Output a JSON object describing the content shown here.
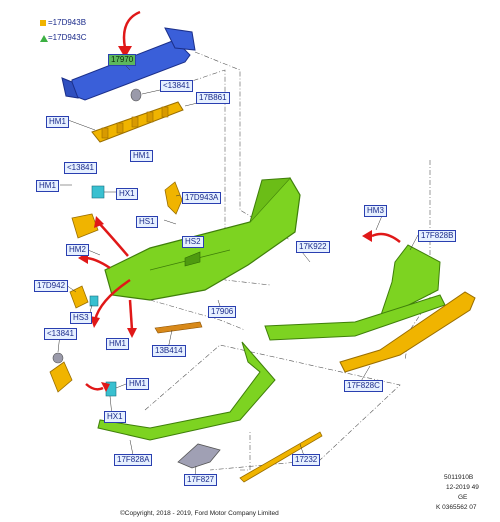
{
  "legend": {
    "square_color": "#f0b400",
    "triangle_color": "#3cb043",
    "square_text": "=17D943B",
    "triangle_text": "=17D943C"
  },
  "labels": {
    "a17970": "17970",
    "b13841_top": "<13841",
    "c17b861": "17B861",
    "hm1_a": "HM1",
    "hm1_b": "HM1",
    "hm1_c": "HM1",
    "hm1_d": "HM1",
    "hm1_e": "HM1",
    "t13841_mid": "<13841",
    "hx1_a": "HX1",
    "hx1_b": "HX1",
    "d17d943a": "17D943A",
    "hs1": "HS1",
    "hs2": "HS2",
    "hs3": "HS3",
    "hm2": "HM2",
    "hm3": "HM3",
    "k17k922": "17K922",
    "f17f828b": "17F828B",
    "d17d942": "17D942",
    "g17906": "17906",
    "s13841_low": "<13841",
    "b13b414": "13B414",
    "f17f828c": "17F828C",
    "f17f828a": "17F828A",
    "f17f827": "17F827",
    "n17232": "17232"
  },
  "notes": {
    "ref": "5011910B",
    "date": "12-2019 49",
    "region": "GE",
    "part": "K 0365562 07",
    "copyright": "©Copyright, 2018 - 2019, Ford Motor Company Limited"
  }
}
